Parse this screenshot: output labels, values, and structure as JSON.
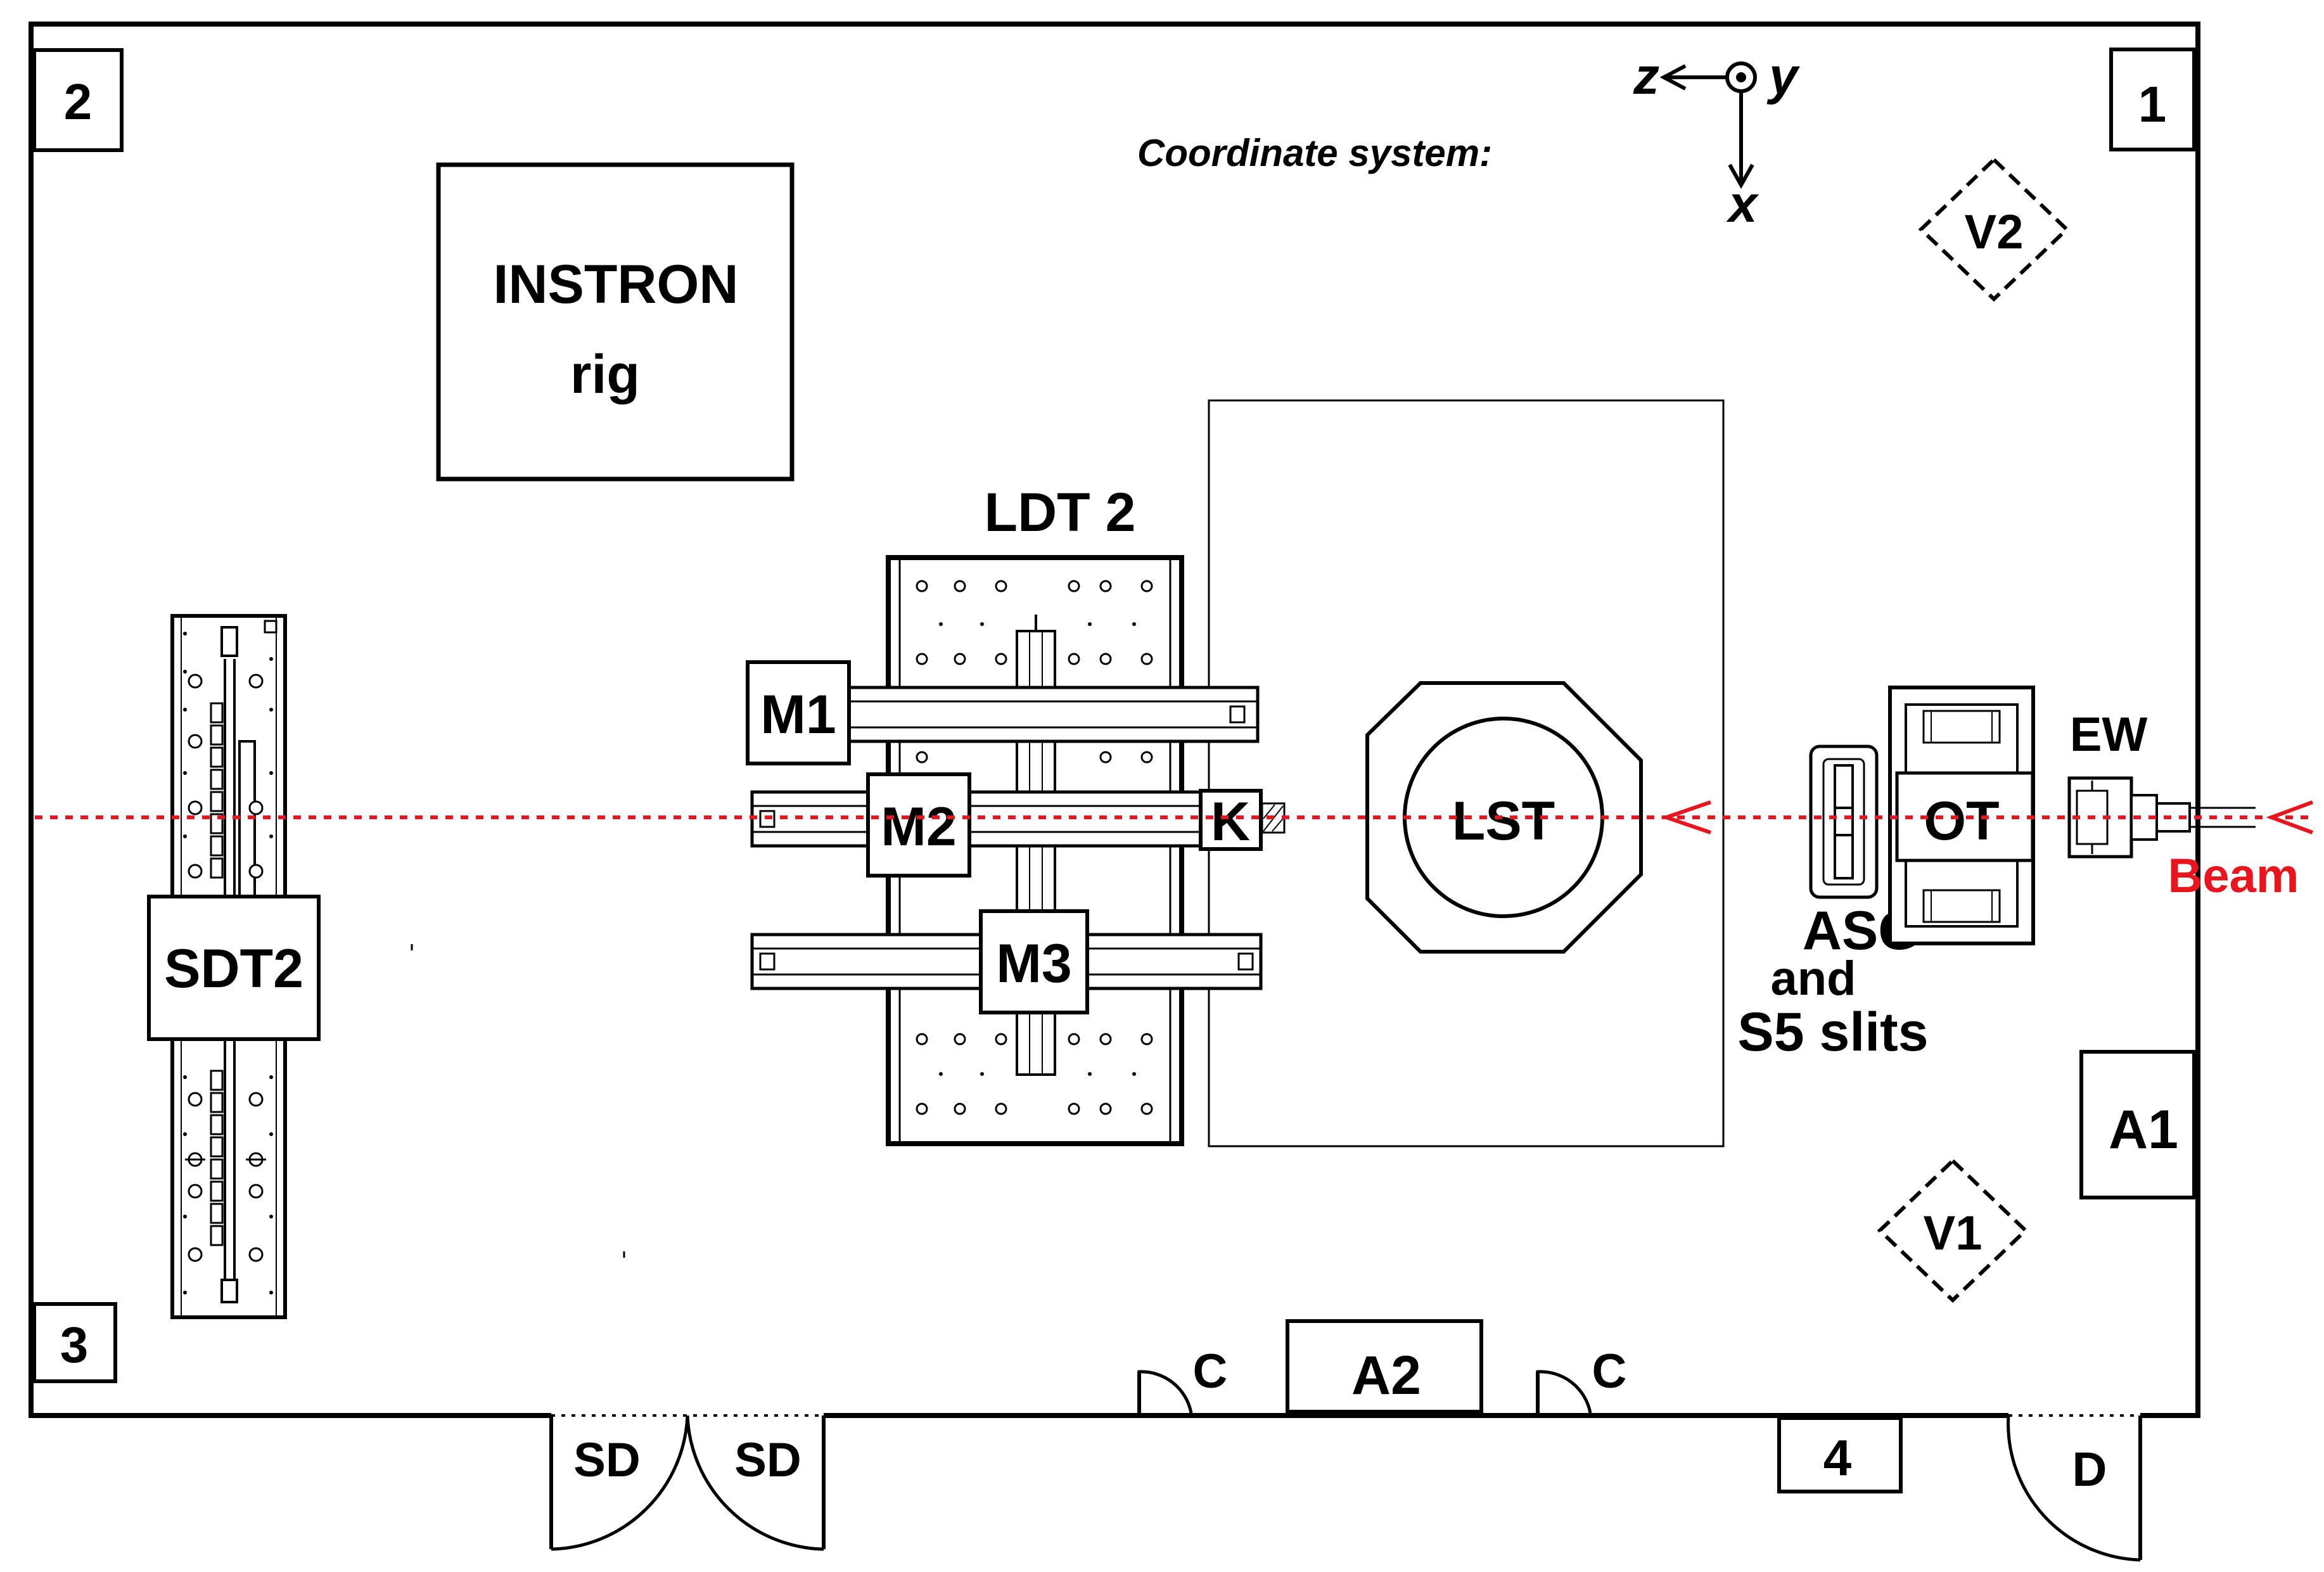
{
  "corners": [
    "1",
    "2",
    "3",
    "4"
  ],
  "coordinate_system": {
    "caption": "Coordinate system:",
    "axis_z": "z",
    "axis_y": "y",
    "axis_x": "x"
  },
  "equipment": {
    "instron_line1": "INSTRON",
    "instron_line2": "rig",
    "ldt": "LDT 2",
    "m1": "M1",
    "m2": "M2",
    "m3": "M3",
    "k": "K",
    "lst": "LST",
    "asg_line1": "ASG",
    "asg_line2": "and",
    "asg_line3": "S5 slits",
    "ot": "OT",
    "ew": "EW",
    "sdt2": "SDT2",
    "a1": "A1",
    "a2": "A2",
    "v1": "V1",
    "v2": "V2"
  },
  "doors": {
    "c_left": "C",
    "c_right": "C",
    "sd_left": "SD",
    "sd_right": "SD",
    "d": "D"
  },
  "beam": {
    "label": "Beam",
    "color": "#e8141e"
  }
}
